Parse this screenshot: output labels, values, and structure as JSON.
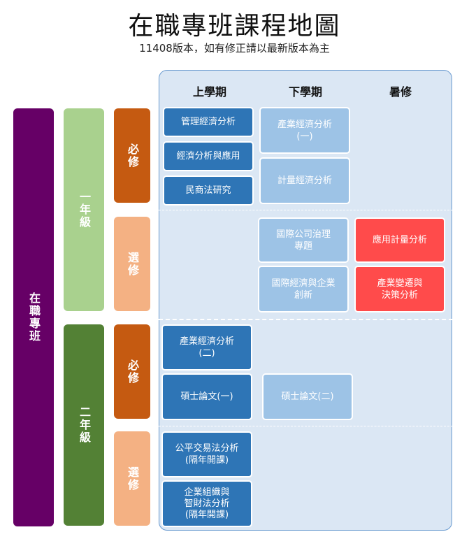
{
  "header": {
    "title": "在職專班課程地圖",
    "subtitle": "11408版本，如有修正請以最新版本為主"
  },
  "columns": [
    "上學期",
    "下學期",
    "暑修"
  ],
  "program": "在職專班",
  "years": [
    {
      "label": "一年級",
      "color": "#a9d18e"
    },
    {
      "label": "二年級",
      "color": "#538135"
    }
  ],
  "categories": {
    "required": {
      "label": "必修",
      "color": "#c55a11"
    },
    "elective": {
      "label": "選修",
      "color": "#f4b183"
    }
  },
  "colors": {
    "program": "#660066",
    "course_fall": "#2e75b6",
    "course_spring": "#9dc3e6",
    "course_summer": "#ff4b4b",
    "panel": "#dbe7f4"
  },
  "courses": {
    "y1_required_fall": [
      "管理經濟分析",
      "經濟分析與應用",
      "民商法研究"
    ],
    "y1_required_spring": [
      "產業經濟分析\n(一)",
      "計量經濟分析"
    ],
    "y1_elective_spring": [
      "國際公司治理\n專題",
      "國際經濟與企業\n創新"
    ],
    "y1_elective_summer": [
      "應用計量分析",
      "產業變遷與\n決策分析"
    ],
    "y2_required_fall": [
      "產業經濟分析\n(二)",
      "碩士論文(一)"
    ],
    "y2_required_spring": [
      "碩士論文(二)"
    ],
    "y2_elective_fall": [
      "公平交易法分析\n(隔年開課)",
      "企業組織與\n智財法分析\n(隔年開課)"
    ]
  }
}
